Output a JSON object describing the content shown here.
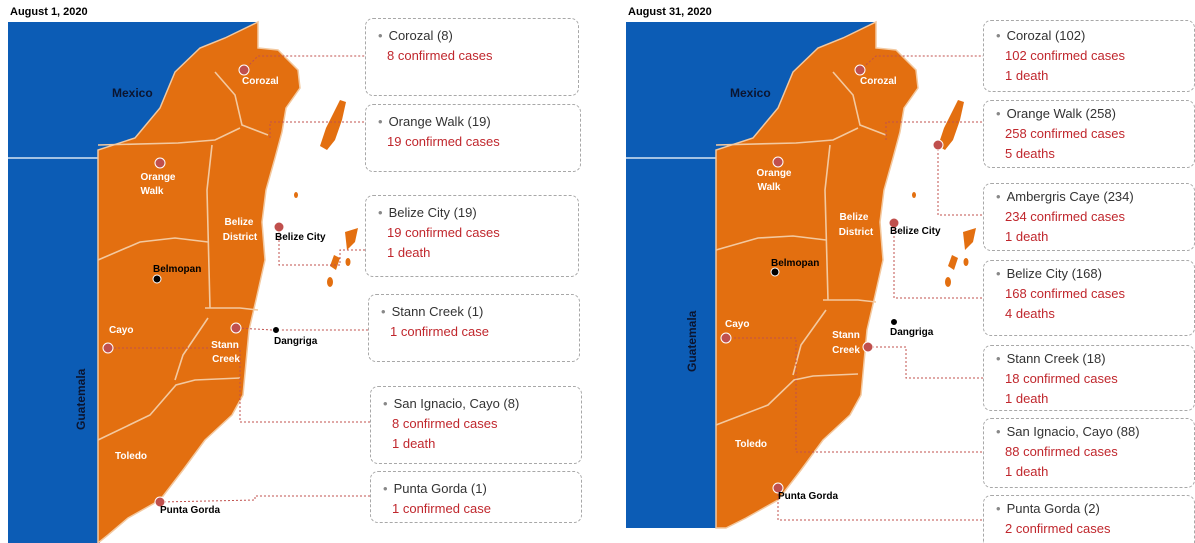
{
  "colors": {
    "sea": "#0c5cb5",
    "land": "#e36f10",
    "border": "#f3c9a0",
    "marker": "#c0504d",
    "text_red": "#c0272d"
  },
  "panels": [
    {
      "date": "August 1, 2020",
      "countries": {
        "mexico": "Mexico",
        "guatemala": "Guatemala"
      },
      "districts": {
        "orange_walk": [
          "Orange",
          "Walk"
        ],
        "belize": [
          "Belize",
          "District"
        ],
        "cayo": "Cayo",
        "stann_creek": [
          "Stann",
          "Creek"
        ],
        "toledo": "Toledo"
      },
      "places": {
        "corozal": "Corozal",
        "belize_city": "Belize City",
        "belmopan": "Belmopan",
        "dangriga": "Dangriga",
        "punta_gorda": "Punta Gorda"
      },
      "callouts": [
        {
          "title": "Corozal (8)",
          "lines": [
            "8 confirmed cases"
          ]
        },
        {
          "title": "Orange Walk (19)",
          "lines": [
            "19 confirmed cases"
          ]
        },
        {
          "title": "Belize City (19)",
          "lines": [
            "19 confirmed cases",
            "1 death"
          ]
        },
        {
          "title": "Stann Creek (1)",
          "lines": [
            "1 confirmed case"
          ]
        },
        {
          "title": "San Ignacio, Cayo (8)",
          "lines": [
            "8 confirmed cases",
            "1 death"
          ]
        },
        {
          "title": "Punta Gorda (1)",
          "lines": [
            "1 confirmed case"
          ]
        }
      ]
    },
    {
      "date": "August 31, 2020",
      "countries": {
        "mexico": "Mexico",
        "guatemala": "Guatemala"
      },
      "districts": {
        "orange_walk": [
          "Orange",
          "Walk"
        ],
        "belize": [
          "Belize",
          "District"
        ],
        "cayo": "Cayo",
        "stann_creek": [
          "Stann",
          "Creek"
        ],
        "toledo": "Toledo"
      },
      "places": {
        "corozal": "Corozal",
        "belize_city": "Belize City",
        "belmopan": "Belmopan",
        "dangriga": "Dangriga",
        "punta_gorda": "Punta Gorda"
      },
      "callouts": [
        {
          "title": "Corozal (102)",
          "lines": [
            "102 confirmed cases",
            "1 death"
          ]
        },
        {
          "title": "Orange Walk (258)",
          "lines": [
            "258 confirmed cases",
            "5 deaths"
          ]
        },
        {
          "title": "Ambergris Caye (234)",
          "lines": [
            "234 confirmed cases",
            "1 death"
          ]
        },
        {
          "title": "Belize City (168)",
          "lines": [
            "168 confirmed cases",
            "4 deaths"
          ]
        },
        {
          "title": "Stann Creek (18)",
          "lines": [
            "18 confirmed cases",
            "1 death"
          ]
        },
        {
          "title": "San Ignacio, Cayo (88)",
          "lines": [
            "88 confirmed cases",
            "1 death"
          ]
        },
        {
          "title": "Punta Gorda (2)",
          "lines": [
            "2 confirmed cases"
          ]
        }
      ]
    }
  ]
}
